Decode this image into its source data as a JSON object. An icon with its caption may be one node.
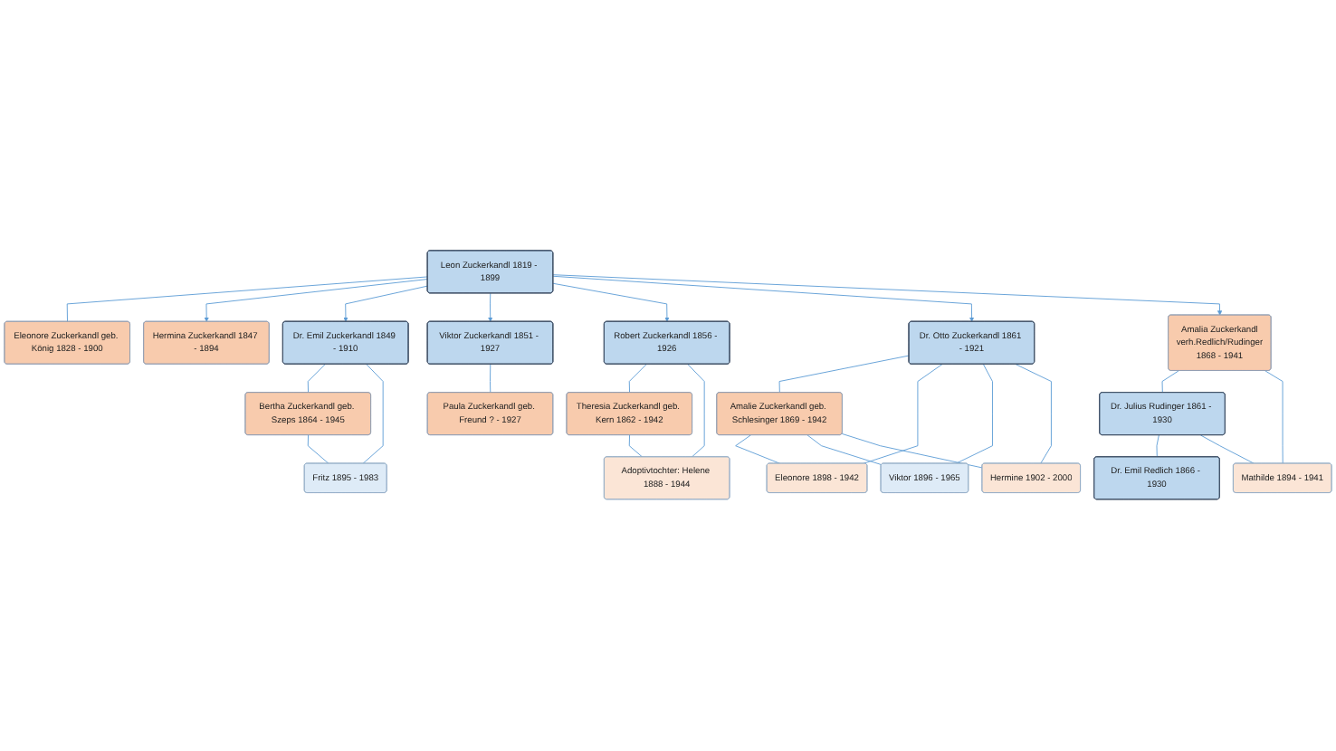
{
  "diagram": {
    "nodes": [
      {
        "text": [
          "Leon Zuckerkandl 1819 - 1899"
        ]
      },
      {
        "text": [
          "Eleonore Zuckerkandl geb. König 1828 - 1900"
        ]
      },
      {
        "text": [
          "Hermina Zuckerkandl 1847 - 1894"
        ]
      },
      {
        "text": [
          "Dr. Emil Zuckerkandl 1849 - 1910"
        ]
      },
      {
        "text": [
          "Viktor Zuckerkandl 1851 - 1927"
        ]
      },
      {
        "text": [
          "Robert Zuckerkandl 1856 - 1926"
        ]
      },
      {
        "text": [
          "Dr. Otto Zuckerkandl 1861 - 1921"
        ]
      },
      {
        "text": [
          "Amalia Zuckerkandl",
          "verh.Redlich/Rudinger",
          "1868 - 1941"
        ]
      },
      {
        "text": [
          "Bertha Zuckerkandl geb. Szeps 1864 - 1945"
        ]
      },
      {
        "text": [
          "Paula Zuckerkandl geb. Freund ? - 1927"
        ]
      },
      {
        "text": [
          "Theresia Zuckerkandl geb. Kern 1862 - 1942"
        ]
      },
      {
        "text": [
          "Amalie Zuckerkandl geb. Schlesinger 1869 - 1942"
        ]
      },
      {
        "text": [
          "Dr. Julius Rudinger 1861 - 1930"
        ]
      },
      {
        "text": [
          "Fritz 1895 - 1983"
        ]
      },
      {
        "text": [
          "Adoptivtochter: Helene 1888 - 1944"
        ]
      },
      {
        "text": [
          "Eleonore 1898 - 1942"
        ]
      },
      {
        "text": [
          "Dr. Emil Redlich 1866 - 1930"
        ]
      },
      {
        "text": [
          "Viktor 1896 - 1965"
        ]
      },
      {
        "text": [
          "Mathilde 1894 - 1941"
        ]
      },
      {
        "text": [
          "Hermine 1902 - 2000"
        ]
      }
    ],
    "edges": [
      {
        "from": 0,
        "to": 1,
        "arrow": "none"
      },
      {
        "from": 0,
        "to": 2,
        "arrow": "to"
      },
      {
        "from": 0,
        "to": 3,
        "arrow": "to"
      },
      {
        "from": 3,
        "to": 8,
        "arrow": "none"
      },
      {
        "from": 3,
        "to": 13,
        "arrow": "none"
      },
      {
        "from": 8,
        "to": 13,
        "arrow": "none"
      },
      {
        "from": 0,
        "to": 4,
        "arrow": "to"
      },
      {
        "from": 4,
        "to": 9,
        "arrow": "none"
      },
      {
        "from": 0,
        "to": 5,
        "arrow": "to"
      },
      {
        "from": 5,
        "to": 10,
        "arrow": "none"
      },
      {
        "from": 5,
        "to": 14,
        "arrow": "none"
      },
      {
        "from": 10,
        "to": 14,
        "arrow": "none"
      },
      {
        "from": 0,
        "to": 6,
        "arrow": "to"
      },
      {
        "from": 6,
        "to": 11,
        "arrow": "none"
      },
      {
        "from": 6,
        "to": 15,
        "arrow": "none"
      },
      {
        "from": 11,
        "to": 15,
        "arrow": "none"
      },
      {
        "from": 6,
        "to": 17,
        "arrow": "none"
      },
      {
        "from": 11,
        "to": 17,
        "arrow": "none"
      },
      {
        "from": 6,
        "to": 19,
        "arrow": "none"
      },
      {
        "from": 11,
        "to": 19,
        "arrow": "none"
      },
      {
        "from": 0,
        "to": 7,
        "arrow": "to"
      },
      {
        "from": 7,
        "to": 12,
        "arrow": "none"
      },
      {
        "from": 12,
        "to": 16,
        "arrow": "none"
      },
      {
        "from": 7,
        "to": 18,
        "arrow": "none"
      },
      {
        "from": 12,
        "to": 18,
        "arrow": "none"
      }
    ]
  }
}
